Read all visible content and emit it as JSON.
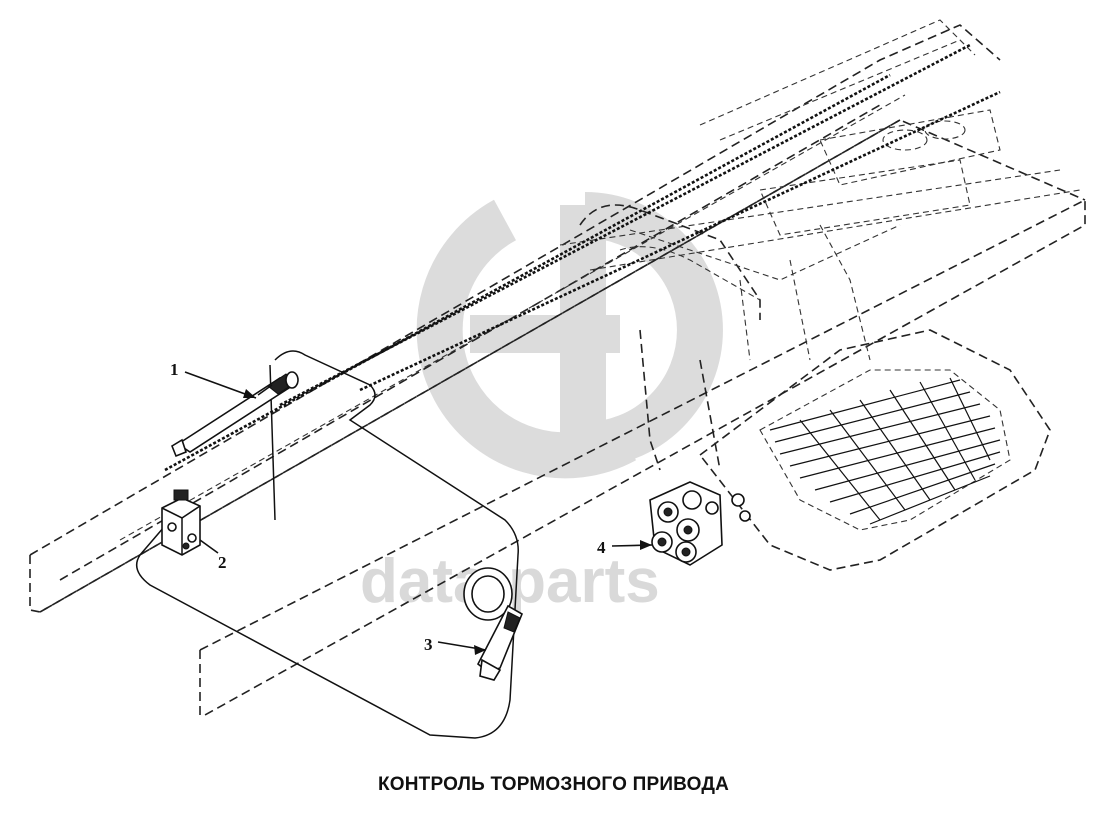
{
  "diagram": {
    "caption": "КОНТРОЛЬ ТОРМОЗНОГО ПРИВОДА",
    "watermark": "data-parts",
    "callouts": {
      "part1": "1",
      "part2": "2",
      "part3": "3",
      "part4": "4"
    }
  }
}
